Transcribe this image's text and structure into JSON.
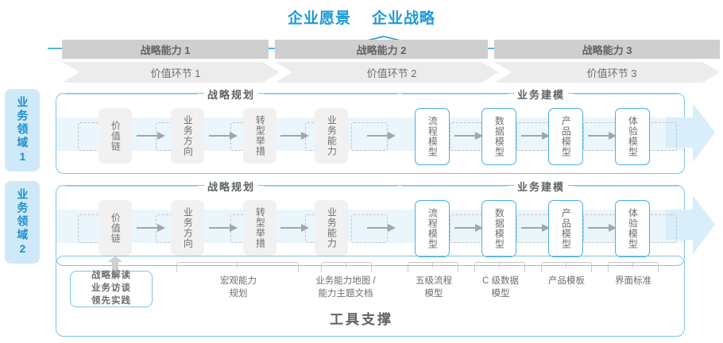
{
  "header": {
    "vision": "企业愿景",
    "strategy": "企业战略"
  },
  "capabilities": [
    {
      "label": "战略能力 1"
    },
    {
      "label": "战略能力 2"
    },
    {
      "label": "战略能力 3"
    }
  ],
  "value_links": [
    {
      "label": "价值环节 1"
    },
    {
      "label": "价值环节 2"
    },
    {
      "label": "价值环节 3"
    }
  ],
  "domains": [
    {
      "label": "业务领域1"
    },
    {
      "label": "业务领域2"
    }
  ],
  "sections": {
    "planning": "战略规划",
    "modeling": "业务建模"
  },
  "flow": {
    "planning_cells": [
      {
        "label": "价值链"
      },
      {
        "label": "业务方向"
      },
      {
        "label": "转型举措"
      },
      {
        "label": "业务能力"
      }
    ],
    "modeling_cells": [
      {
        "label": "流程模型"
      },
      {
        "label": "数据模型"
      },
      {
        "label": "产品模型"
      },
      {
        "label": "体验模型"
      }
    ]
  },
  "tools": {
    "title": "工具支撑",
    "highlight_box": "战略解读\n业务访谈\n领先实践",
    "labels": [
      {
        "text": "宏观能力\n规划"
      },
      {
        "text": "业务能力地图 /\n能力主题文档"
      },
      {
        "text": "五级流程\n模型"
      },
      {
        "text": "C 级数据\n模型"
      },
      {
        "text": "产品模板"
      },
      {
        "text": "界面标准"
      }
    ]
  },
  "colors": {
    "accent_blue": "#1b9ad8",
    "border_blue": "#7fc3e8",
    "band_blue": "#eaf5fc",
    "domain_bg": "#cfe9f8",
    "cap_gray": "#cfcfcf",
    "link_gray": "#ececec",
    "cell_gray": "#f1f1f1",
    "text_gray": "#6b6f72"
  }
}
